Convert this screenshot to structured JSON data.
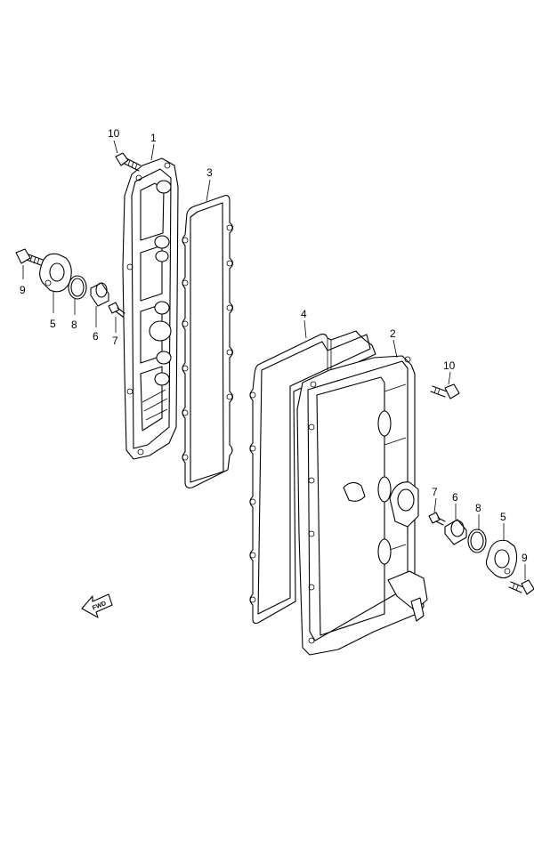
{
  "callouts": {
    "c1": "1",
    "c2": "2",
    "c3": "3",
    "c4": "4",
    "c5_left": "5",
    "c5_right": "5",
    "c6_left": "6",
    "c6_right": "6",
    "c7_left": "7",
    "c7_right": "7",
    "c8_left": "8",
    "c8_right": "8",
    "c9_left": "9",
    "c9_right": "9",
    "c10_left": "10",
    "c10_right": "10"
  },
  "fwd_label": "FWD"
}
